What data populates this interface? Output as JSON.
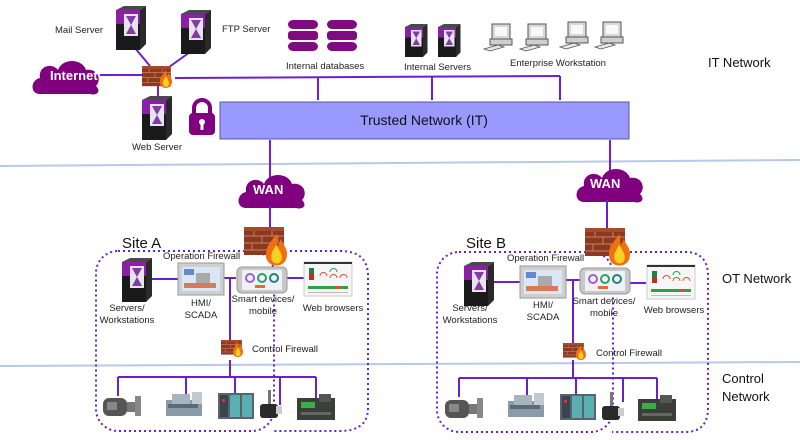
{
  "zones": {
    "it": "IT Network",
    "ot": "OT Network",
    "control": "Control Network"
  },
  "it_network": {
    "internet": "Internet",
    "mail_server": "Mail Server",
    "ftp_server": "FTP Server",
    "web_server": "Web Server",
    "internal_databases": "Internal databases",
    "internal_servers": "Internal Servers",
    "enterprise_workstation": "Enterprise Workstation",
    "trusted_network": "Trusted Network (IT)"
  },
  "sites": [
    {
      "name": "Site A",
      "wan": "WAN",
      "operation_firewall": "Operation Firewall",
      "servers_line1": "Servers/",
      "servers_line2": "Workstations",
      "hmi_line1": "HMI/",
      "hmi_line2": "SCADA",
      "smart_line1": "Smart devices/",
      "smart_line2": "mobile",
      "web_browsers": "Web browsers",
      "control_firewall": "Control Firewall"
    },
    {
      "name": "Site B",
      "wan": "WAN",
      "operation_firewall": "Operation Firewall",
      "servers_line1": "Servers/",
      "servers_line2": "Workstations",
      "hmi_line1": "HMI/",
      "hmi_line2": "SCADA",
      "smart_line1": "Smart devices/",
      "smart_line2": "mobile",
      "web_browsers": "Web browsers",
      "control_firewall": "Control Firewall"
    }
  ],
  "colors": {
    "brand_purple": "#800080",
    "link_purple": "#6a1fd0",
    "trusted_fill": "#9999ff",
    "zone_divider": "#b8c8e8"
  }
}
